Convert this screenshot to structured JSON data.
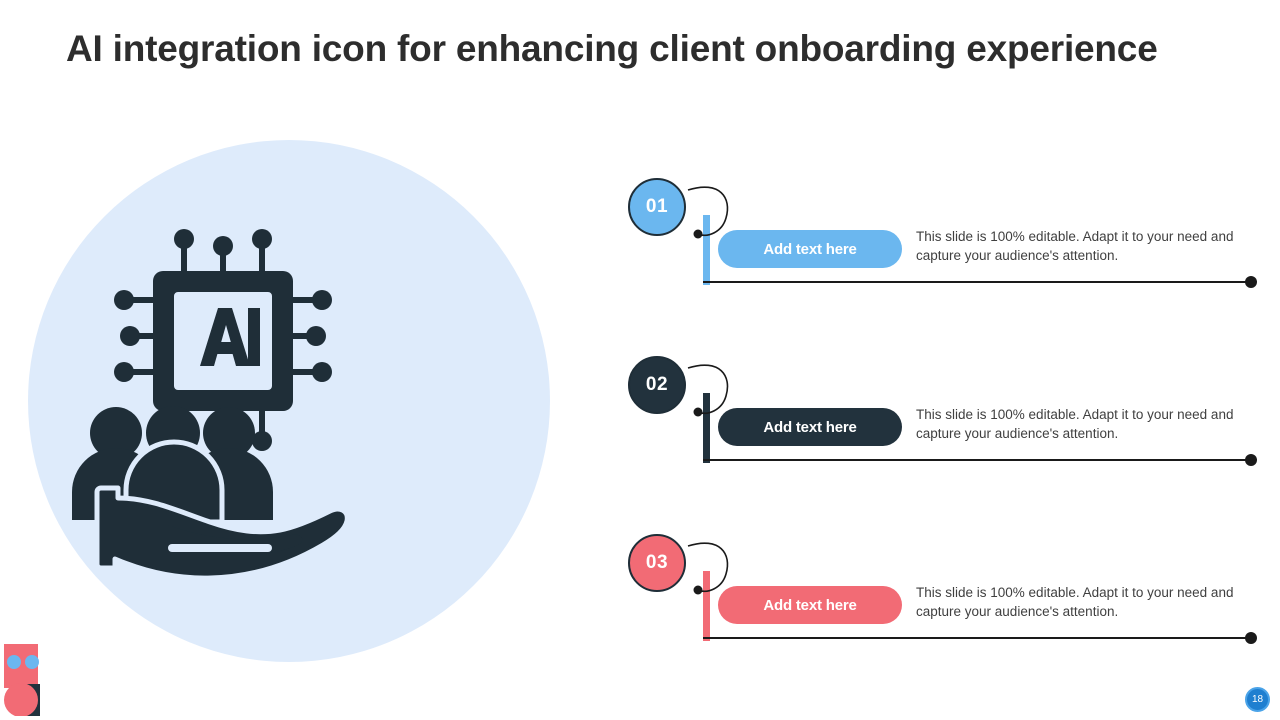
{
  "slide": {
    "title": "AI integration icon for enhancing client onboarding experience",
    "page_number": "18"
  },
  "illustration": {
    "name": "ai-hand-people-icon",
    "chip_label": "AI",
    "background_circle_color": "#deebfb",
    "icon_color": "#1f2e38"
  },
  "items": [
    {
      "number": "01",
      "button_label": "Add text here",
      "description": "This slide is 100% editable. Adapt it to your need and capture your audience's attention.",
      "color": "#6bb7ef"
    },
    {
      "number": "02",
      "button_label": "Add text here",
      "description": "This slide is 100% editable. Adapt it to your need and capture your audience's attention.",
      "color": "#22323d"
    },
    {
      "number": "03",
      "button_label": "Add text here",
      "description": "This slide is 100% editable. Adapt it to your need and capture your audience's attention.",
      "color": "#f26b75"
    }
  ],
  "logo": {
    "name": "brand-logo-mark",
    "red": "#f26b75",
    "blue": "#6bb7ef",
    "dark": "#22323d"
  }
}
